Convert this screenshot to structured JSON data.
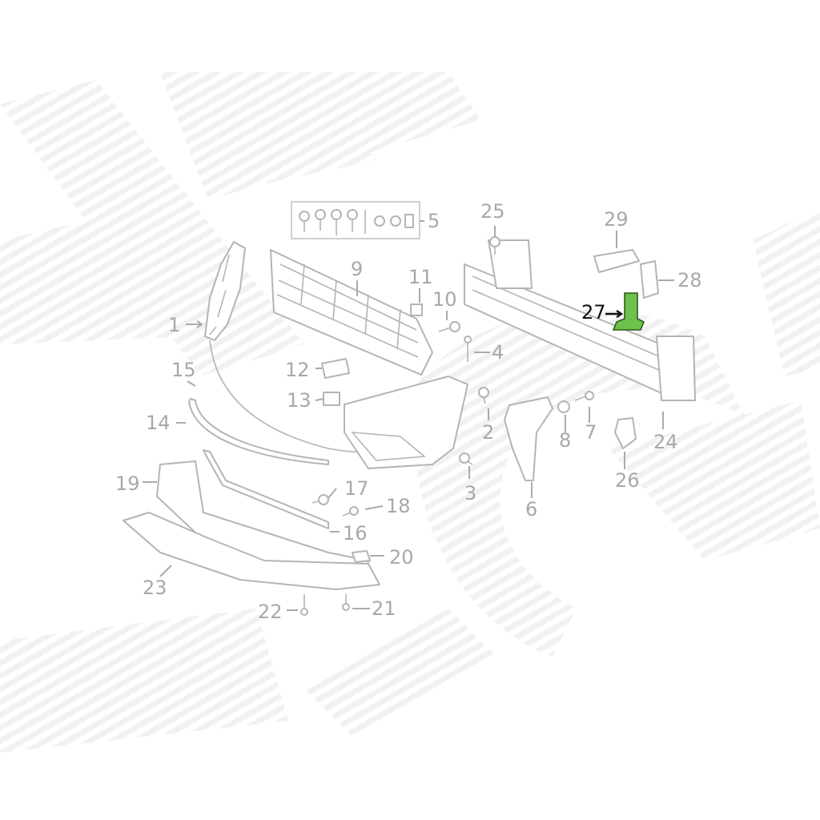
{
  "diagram": {
    "highlight_color": "#6cc24a",
    "callouts": [
      {
        "id": "1",
        "text": "1"
      },
      {
        "id": "2",
        "text": "2"
      },
      {
        "id": "3",
        "text": "3"
      },
      {
        "id": "4",
        "text": "4"
      },
      {
        "id": "5",
        "text": "5"
      },
      {
        "id": "6",
        "text": "6"
      },
      {
        "id": "7",
        "text": "7"
      },
      {
        "id": "8",
        "text": "8"
      },
      {
        "id": "9",
        "text": "9"
      },
      {
        "id": "10",
        "text": "10"
      },
      {
        "id": "11",
        "text": "11"
      },
      {
        "id": "12",
        "text": "12"
      },
      {
        "id": "13",
        "text": "13"
      },
      {
        "id": "14",
        "text": "14"
      },
      {
        "id": "15",
        "text": "15"
      },
      {
        "id": "16",
        "text": "16"
      },
      {
        "id": "17",
        "text": "17"
      },
      {
        "id": "18",
        "text": "18"
      },
      {
        "id": "19",
        "text": "19"
      },
      {
        "id": "20",
        "text": "20"
      },
      {
        "id": "21",
        "text": "21"
      },
      {
        "id": "22",
        "text": "22"
      },
      {
        "id": "23",
        "text": "23"
      },
      {
        "id": "24",
        "text": "24"
      },
      {
        "id": "25",
        "text": "25"
      },
      {
        "id": "26",
        "text": "26"
      },
      {
        "id": "27",
        "text": "27",
        "highlighted": true
      },
      {
        "id": "28",
        "text": "28"
      },
      {
        "id": "29",
        "text": "29"
      }
    ]
  }
}
